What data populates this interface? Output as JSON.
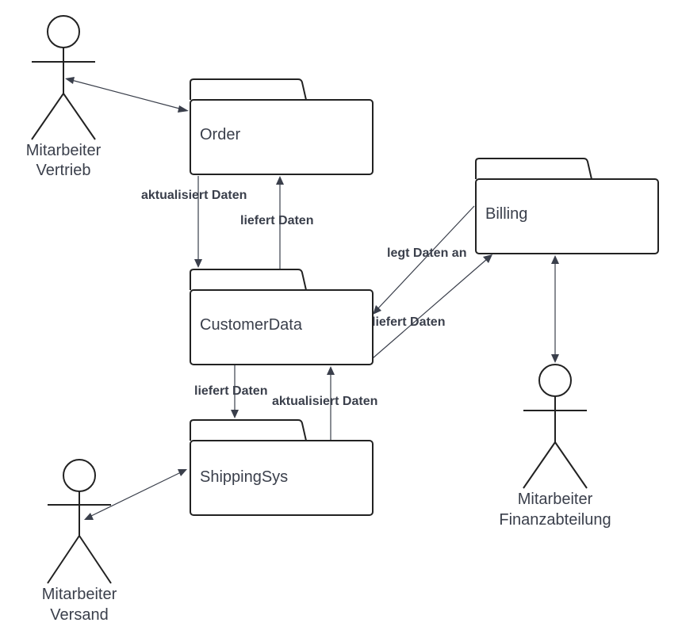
{
  "packages": {
    "order": "Order",
    "billing": "Billing",
    "customer_data": "CustomerData",
    "shipping_sys": "ShippingSys"
  },
  "actors": {
    "vertrieb": [
      "Mitarbeiter",
      "Vertrieb"
    ],
    "finanz": [
      "Mitarbeiter",
      "Finanzabteilung"
    ],
    "versand": [
      "Mitarbeiter",
      "Versand"
    ]
  },
  "edges": {
    "order_to_customer": "aktualisiert Daten",
    "customer_to_order": "liefert Daten",
    "billing_to_customer": "legt Daten an",
    "customer_to_billing": "liefert Daten",
    "customer_to_shipping": "liefert Daten",
    "shipping_to_customer": "aktualisiert Daten"
  }
}
